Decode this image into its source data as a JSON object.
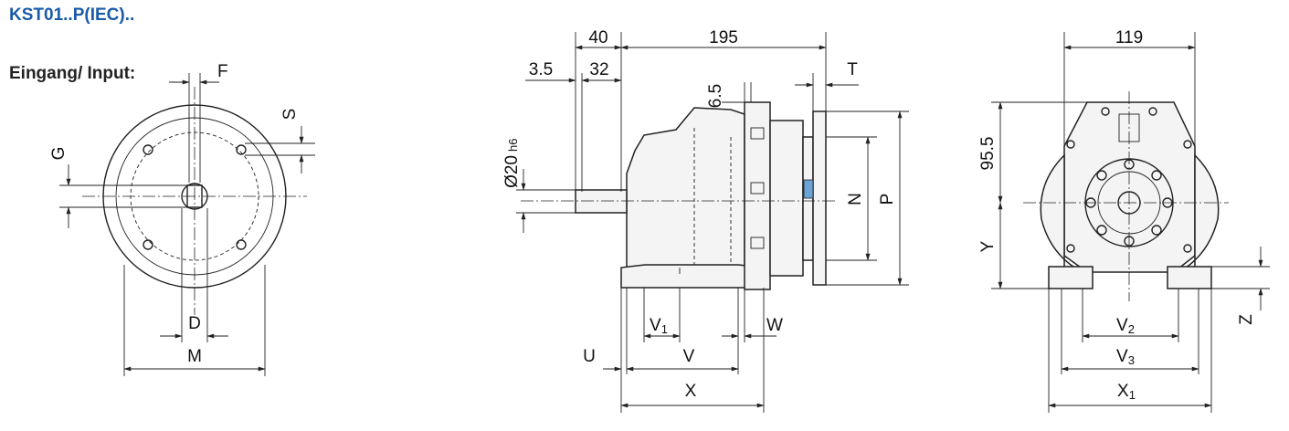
{
  "header": {
    "title": "KST01..P(IEC)..",
    "input_label": "Eingang/ Input:"
  },
  "flange_view": {
    "labels": {
      "f": "F",
      "s": "S",
      "g": "G",
      "d": "D",
      "m": "M"
    }
  },
  "side_view": {
    "labels": {
      "d40": "40",
      "d195": "195",
      "d3_5": "3.5",
      "d32": "32",
      "t": "T",
      "d6_5": "6.5",
      "shaft": "Ø20",
      "shaft_tol": "h6",
      "n": "N",
      "p": "P",
      "v": "V",
      "v_sub": "1",
      "w": "W",
      "u": "U",
      "vv": "V",
      "x": "X"
    },
    "accent_color": "#6aa4d4"
  },
  "front_view": {
    "labels": {
      "d119": "119",
      "d95_5": "95.5",
      "y": "Y",
      "z": "Z",
      "v2": "V",
      "v2_sub": "2",
      "v3": "V",
      "v3_sub": "3",
      "x1": "X",
      "x1_sub": "1"
    }
  }
}
